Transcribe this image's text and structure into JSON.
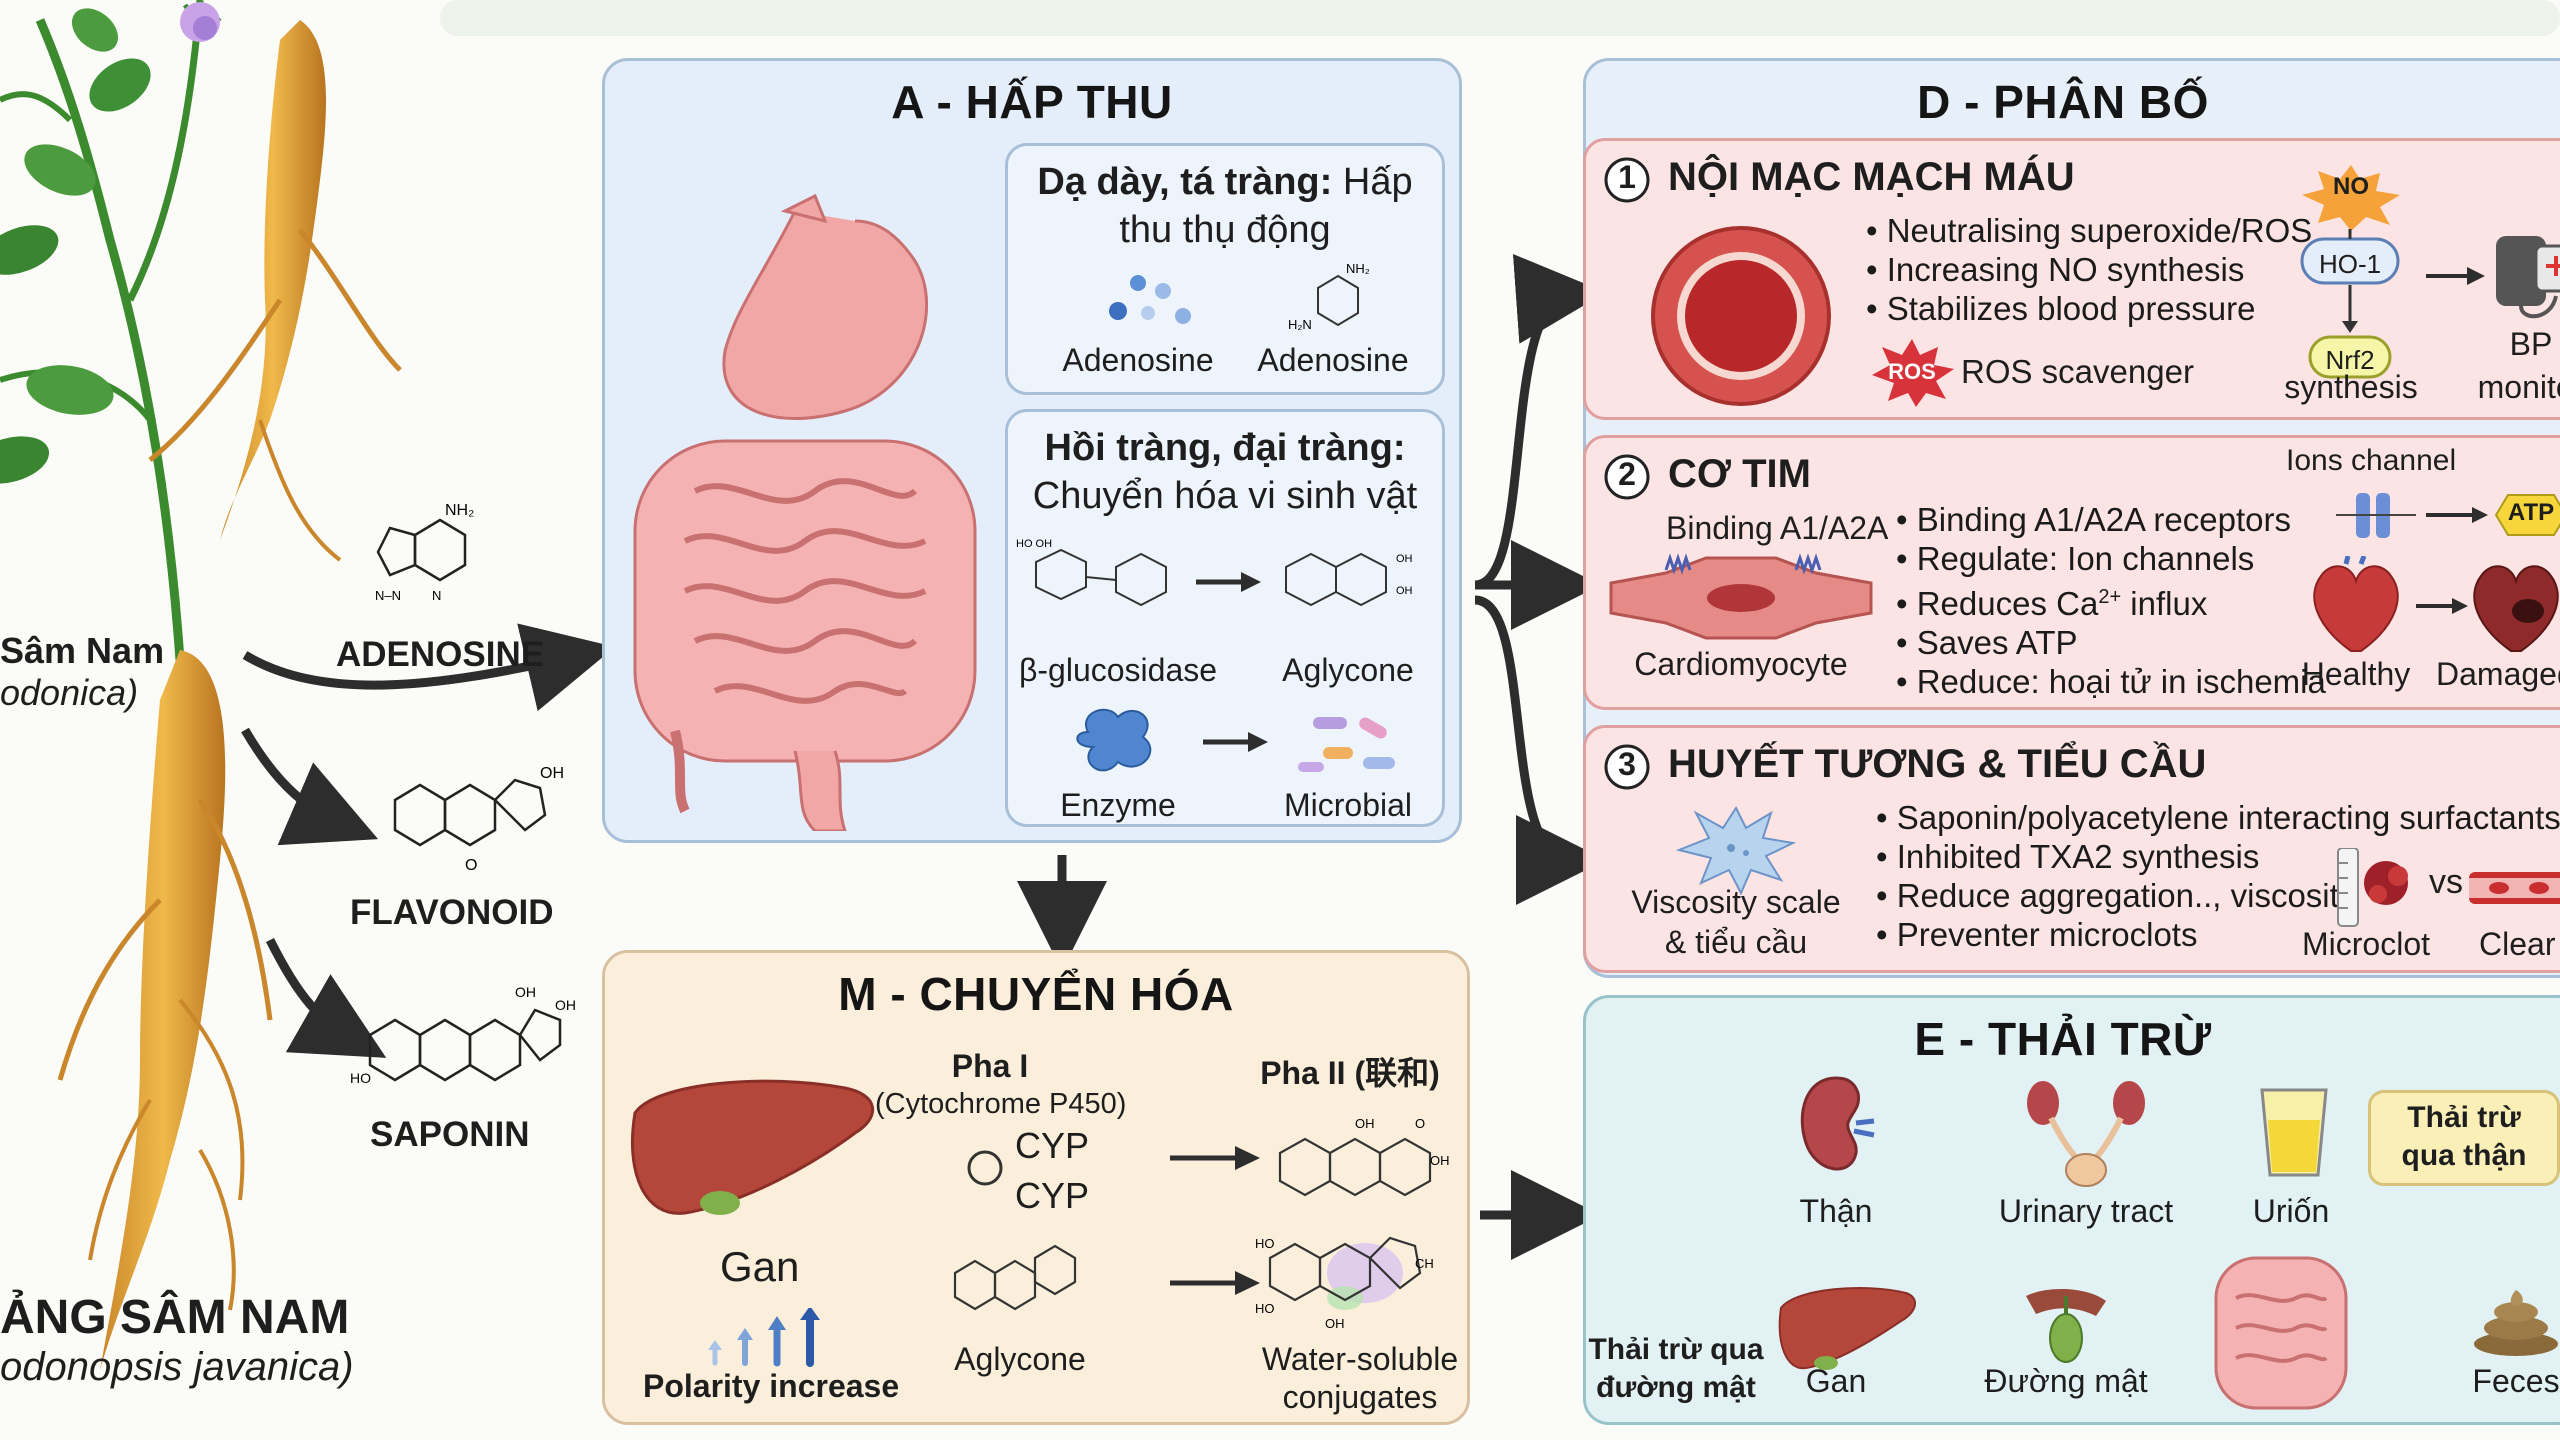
{
  "colors": {
    "absorb": "#e4eefa",
    "meta": "#fbefdc",
    "distrib": "#fde4e4",
    "excrete": "#e2f1f3",
    "root": "#e8a838",
    "arrow": "#2d2d2d"
  },
  "plant": {
    "name_line1": "Sâm Nam",
    "name_line2": "odonica)",
    "title": "ẢNG SÂM NAM",
    "latin": "odonopsis javanica)"
  },
  "compounds": {
    "adenosine": "ADENOSINE",
    "flavonoid": "FLAVONOID",
    "saponin": "SAPONIN"
  },
  "absorption": {
    "title": "A - HẤP THU",
    "stomach": {
      "heading_bold": "Dạ dày, tá tràng:",
      "heading_rest": " Hấp",
      "heading_line2": "thu thụ động",
      "label1": "Adenosine",
      "label2": "Adenosine"
    },
    "intestine": {
      "heading_line1": "Hồi tràng, đại tràng:",
      "heading_line2": "Chuyển hóa vi sinh vật",
      "label_glucosidase": "β-glucosidase",
      "label_aglycone": "Aglycone",
      "label_enzyme": "Enzyme",
      "label_microbial": "Microbial"
    }
  },
  "metabolism": {
    "title": "M - CHUYỂN HÓA",
    "liver": "Gan",
    "polarity": "Polarity increase",
    "phase1": "Pha I",
    "phase1_sub": "(Cytochrome P450)",
    "cyp1": "CYP",
    "cyp2": "CYP",
    "phase2": "Pha II (联和)",
    "aglycone": "Aglycone",
    "conjugates_line1": "Water-soluble",
    "conjugates_line2": "conjugates"
  },
  "distribution": {
    "title": "D - PHÂN BỐ",
    "vascular": {
      "num": "1",
      "title": "NỘI MẠC MẠCH MÁU",
      "bullets": [
        "• Neutralising superoxide/ROS",
        "• Increasing NO synthesis",
        "• Stabilizes blood pressure"
      ],
      "ros_badge": "ROS",
      "ros_label": "ROS scavenger",
      "no": "NO",
      "ho1": "HO-1",
      "nrf2": "Nrf2",
      "synthesis": "synthesis",
      "bp_line1": "BP",
      "bp_line2": "monitor"
    },
    "cardiac": {
      "num": "2",
      "title": "CƠ TIM",
      "binding": "Binding A1/A2A",
      "cell": "Cardiomyocyte",
      "bullets": [
        "• Binding A1/A2A receptors",
        "• Regulate: Ion channels",
        "• Reduces Ca",
        "• Saves ATP",
        "• Reduce: hoại tử in ischemia"
      ],
      "ca_sup": "2+",
      "ca_rest": " influx",
      "ions": "Ions channel",
      "atp": "ATP",
      "healthy": "Healthy",
      "damaged": "Damaged"
    },
    "plasma": {
      "num": "3",
      "title": "HUYẾT TƯƠNG & TIỂU CẦU",
      "platelet_line1": "Viscosity scale",
      "platelet_line2": "& tiểu cầu",
      "bullets": [
        "• Saponin/polyacetylene interacting surfactants",
        "• Inhibited TXA2 synthesis",
        "• Reduce aggregation.., viscosity",
        "• Preventer microclots"
      ],
      "vs": "vs",
      "microclot": "Microclot",
      "clear": "Clear"
    }
  },
  "excretion": {
    "title": "E - THẢI TRỪ",
    "kidney": "Thận",
    "urinary": "Urinary tract",
    "urine": "Uriốn",
    "renal_line1": "Thải trừ",
    "renal_line2": "qua thận",
    "bile_line1": "Thải trừ qua",
    "bile_line2": "đường mật",
    "gan": "Gan",
    "bile_duct": "Đường mật",
    "feces": "Feces"
  }
}
